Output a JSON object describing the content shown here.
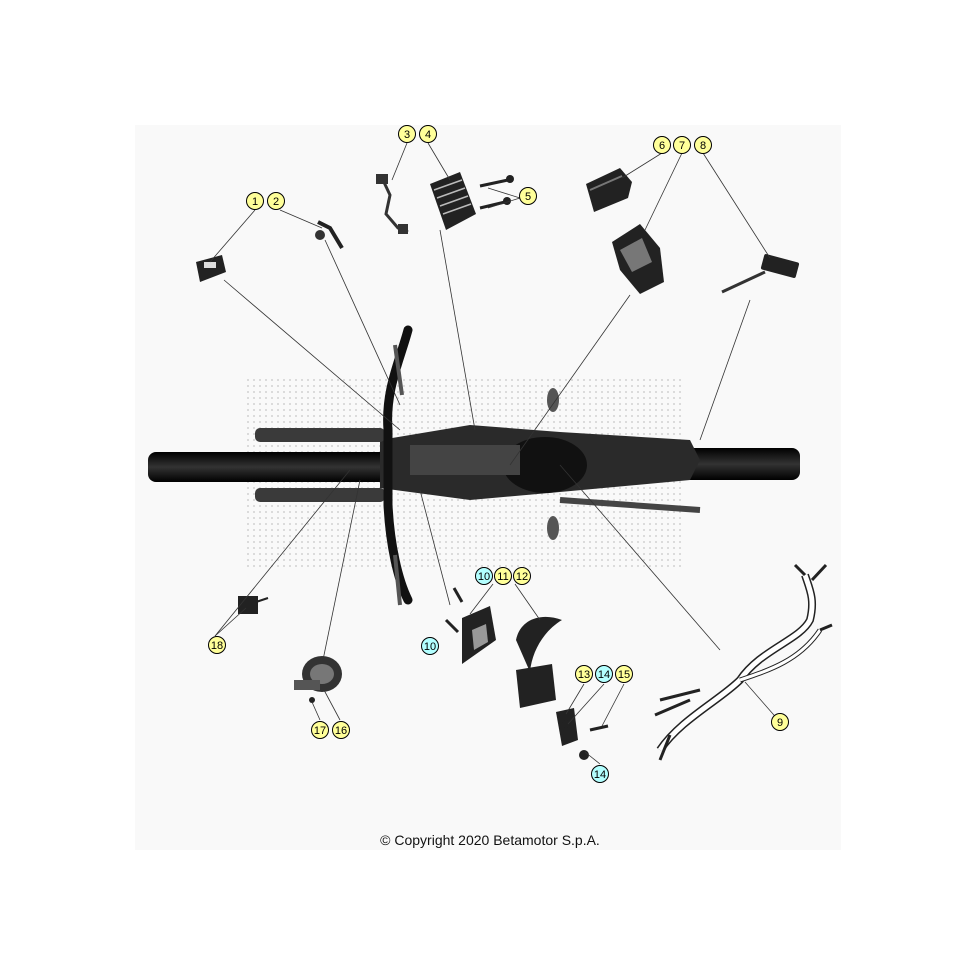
{
  "copyright": "© Copyright 2020 Betamotor S.p.A.",
  "callouts": [
    {
      "id": "c1",
      "label": "1",
      "color": "yellow"
    },
    {
      "id": "c2",
      "label": "2",
      "color": "yellow"
    },
    {
      "id": "c3",
      "label": "3",
      "color": "yellow"
    },
    {
      "id": "c4",
      "label": "4",
      "color": "yellow"
    },
    {
      "id": "c5",
      "label": "5",
      "color": "yellow"
    },
    {
      "id": "c6",
      "label": "6",
      "color": "yellow"
    },
    {
      "id": "c7",
      "label": "7",
      "color": "yellow"
    },
    {
      "id": "c8",
      "label": "8",
      "color": "yellow"
    },
    {
      "id": "c9",
      "label": "9",
      "color": "yellow"
    },
    {
      "id": "c10a",
      "label": "10",
      "color": "cyan"
    },
    {
      "id": "c10b",
      "label": "10",
      "color": "cyan"
    },
    {
      "id": "c11",
      "label": "11",
      "color": "yellow"
    },
    {
      "id": "c12",
      "label": "12",
      "color": "yellow"
    },
    {
      "id": "c13",
      "label": "13",
      "color": "yellow"
    },
    {
      "id": "c14a",
      "label": "14",
      "color": "cyan"
    },
    {
      "id": "c14b",
      "label": "14",
      "color": "cyan"
    },
    {
      "id": "c15",
      "label": "15",
      "color": "yellow"
    },
    {
      "id": "c16",
      "label": "16",
      "color": "yellow"
    },
    {
      "id": "c17",
      "label": "17",
      "color": "yellow"
    },
    {
      "id": "c18",
      "label": "18",
      "color": "yellow"
    }
  ],
  "colors": {
    "circle_yellow": "#ffff99",
    "circle_cyan": "#b3ffff",
    "outline": "#000000",
    "part_dark": "#1a1a1a",
    "part_mid": "#555555"
  }
}
